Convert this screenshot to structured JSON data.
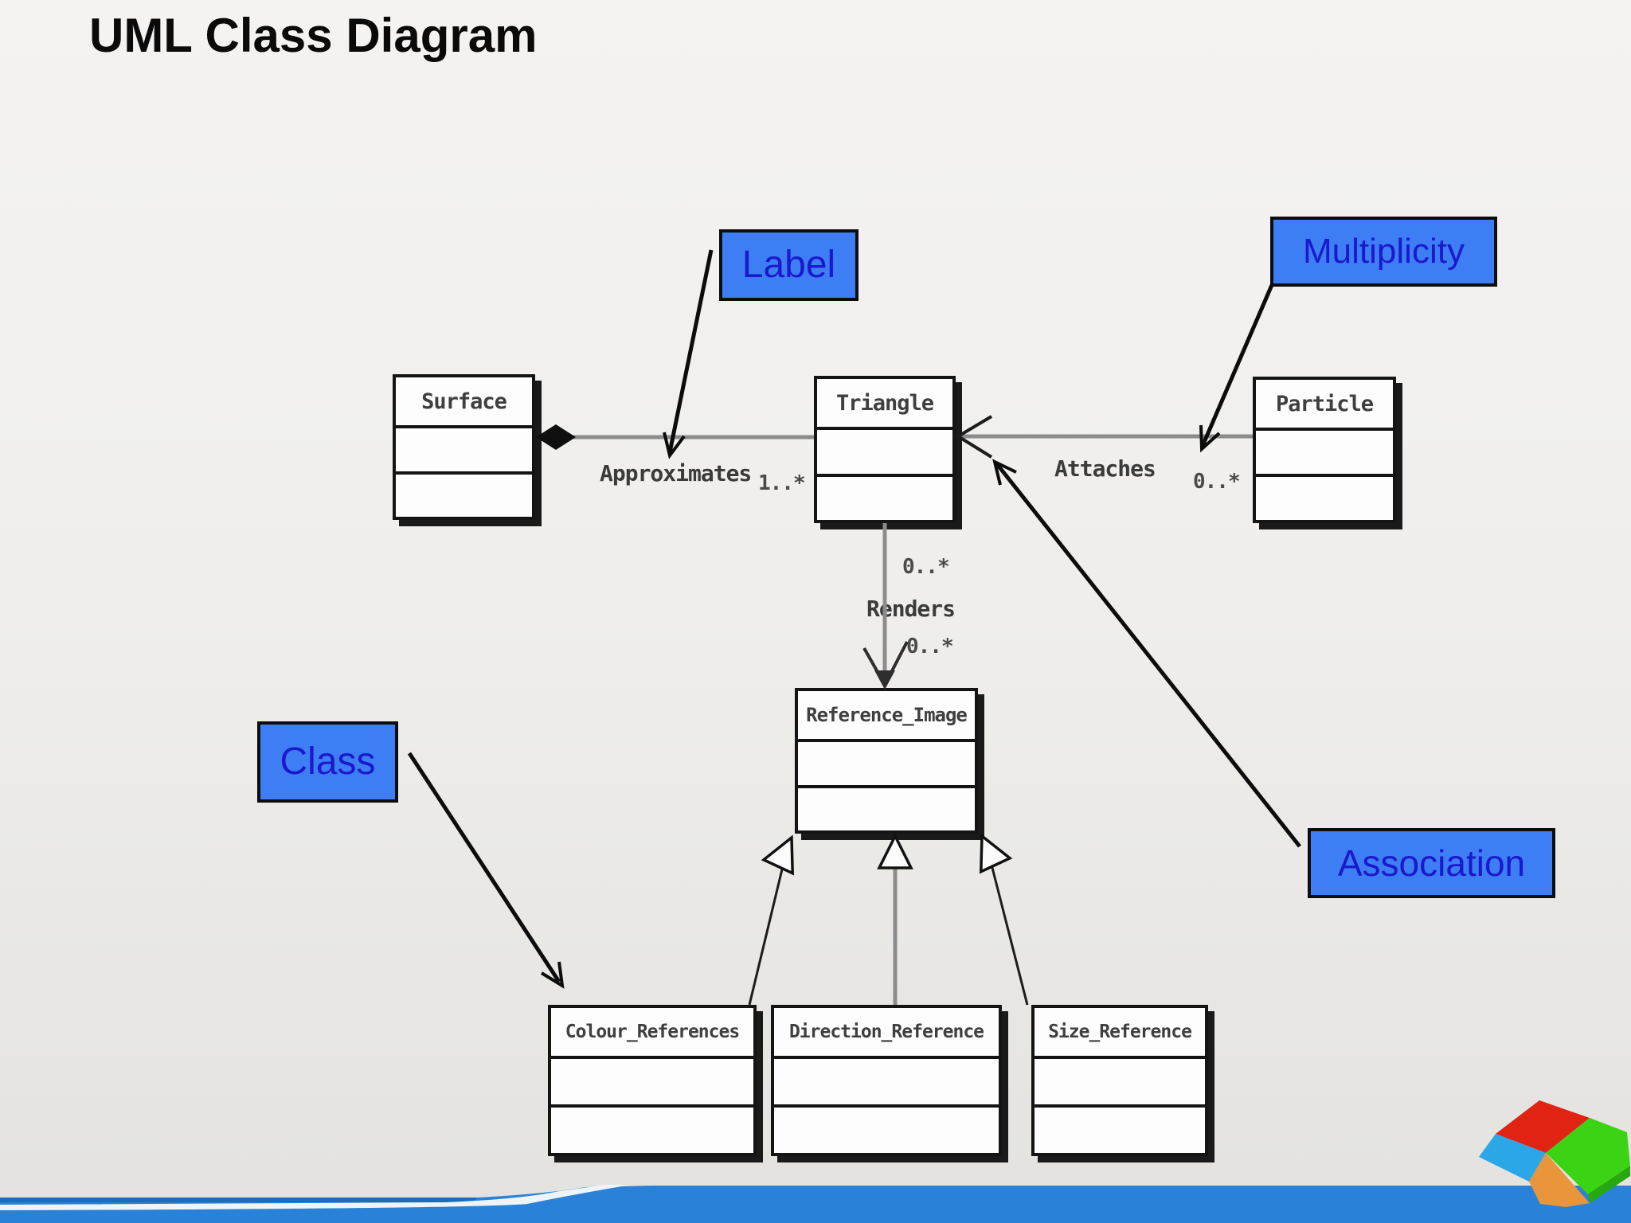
{
  "page": {
    "title": "UML Class Diagram"
  },
  "diagram": {
    "classes": [
      {
        "name": "Surface"
      },
      {
        "name": "Triangle"
      },
      {
        "name": "Particle"
      },
      {
        "name": "Reference_Image"
      },
      {
        "name": "Colour_References"
      },
      {
        "name": "Direction_Reference"
      },
      {
        "name": "Size_Reference"
      }
    ],
    "associations": [
      {
        "label": "Approximates",
        "multiplicity": "1..*",
        "from": "Surface",
        "to": "Triangle",
        "type": "aggregation"
      },
      {
        "label": "Attaches",
        "multiplicity": "0..*",
        "from": "Particle",
        "to": "Triangle",
        "type": "association"
      },
      {
        "label": "Renders",
        "source_multiplicity": "0..*",
        "target_multiplicity": "0..*",
        "from": "Triangle",
        "to": "Reference_Image",
        "type": "association"
      }
    ],
    "generalizations": [
      {
        "from": "Colour_References",
        "to": "Reference_Image"
      },
      {
        "from": "Direction_Reference",
        "to": "Reference_Image"
      },
      {
        "from": "Size_Reference",
        "to": "Reference_Image"
      }
    ],
    "callouts": [
      {
        "label": "Label"
      },
      {
        "label": "Multiplicity"
      },
      {
        "label": "Class"
      },
      {
        "label": "Association"
      }
    ]
  },
  "colors": {
    "callout_fill": "#3d7ef5",
    "callout_text": "#1b19cc",
    "association_line": "#8c8c8c",
    "wave_blue": "#2a82d8",
    "logo_red": "#e02313",
    "logo_green": "#3bd414",
    "logo_blue": "#2ba7e8",
    "logo_orange": "#e8953c"
  }
}
